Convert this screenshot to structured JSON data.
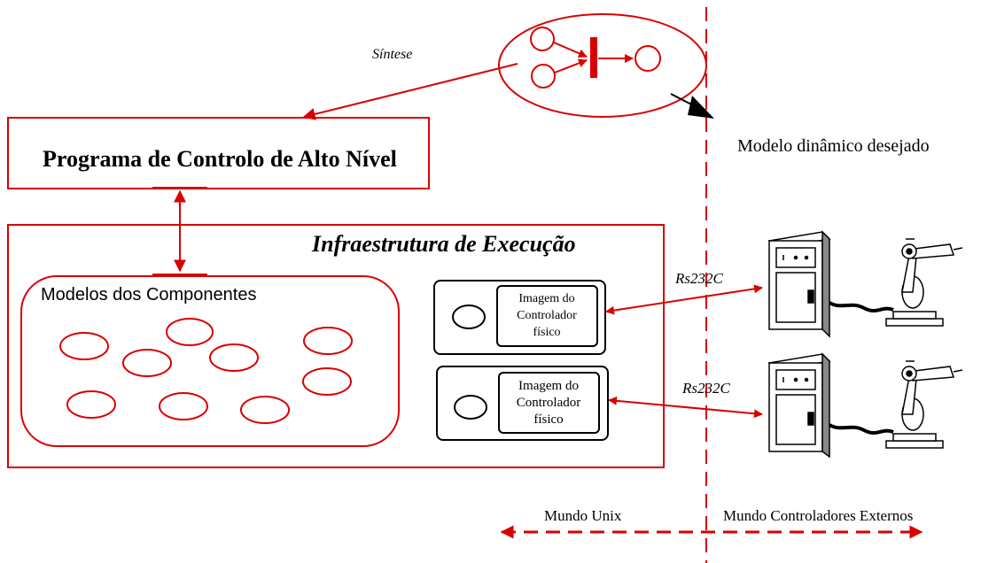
{
  "labels": {
    "synthesis": "Síntese",
    "desired_model": "Modelo dinâmico desejado",
    "high_level_program": "Programa de Controlo de Alto Nível",
    "execution_infrastructure": "Infraestrutura de Execução",
    "component_models": "Modelos dos Componentes",
    "controller_image_1": {
      "line1": "Imagem do",
      "line2": "Controlador",
      "line3": "físico"
    },
    "controller_image_2": {
      "line1": "Imagem do",
      "line2": "Controlador",
      "line3": "físico"
    },
    "link_1": "Rs232C",
    "link_2": "Rs232C",
    "unix_world": "Mundo Unix",
    "external_controllers_world": "Mundo Controladores Externos"
  },
  "colors": {
    "accent": "#d90000",
    "ink": "#000000",
    "background": "#ffffff"
  }
}
